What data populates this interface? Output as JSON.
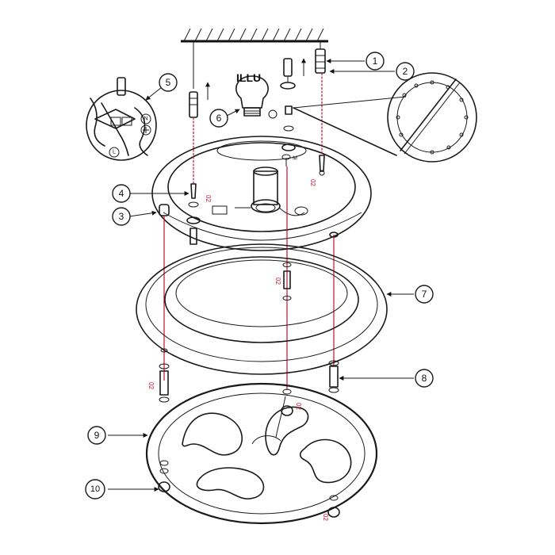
{
  "diagram": {
    "bulb_label": "ILLU",
    "callouts": [
      "1",
      "2",
      "3",
      "4",
      "5",
      "6",
      "7",
      "8",
      "9",
      "10"
    ],
    "terminal_labels": {
      "neutral": "N",
      "live": "L"
    },
    "red_marks": [
      "02",
      "02",
      "02",
      "02",
      "02",
      "02"
    ]
  }
}
